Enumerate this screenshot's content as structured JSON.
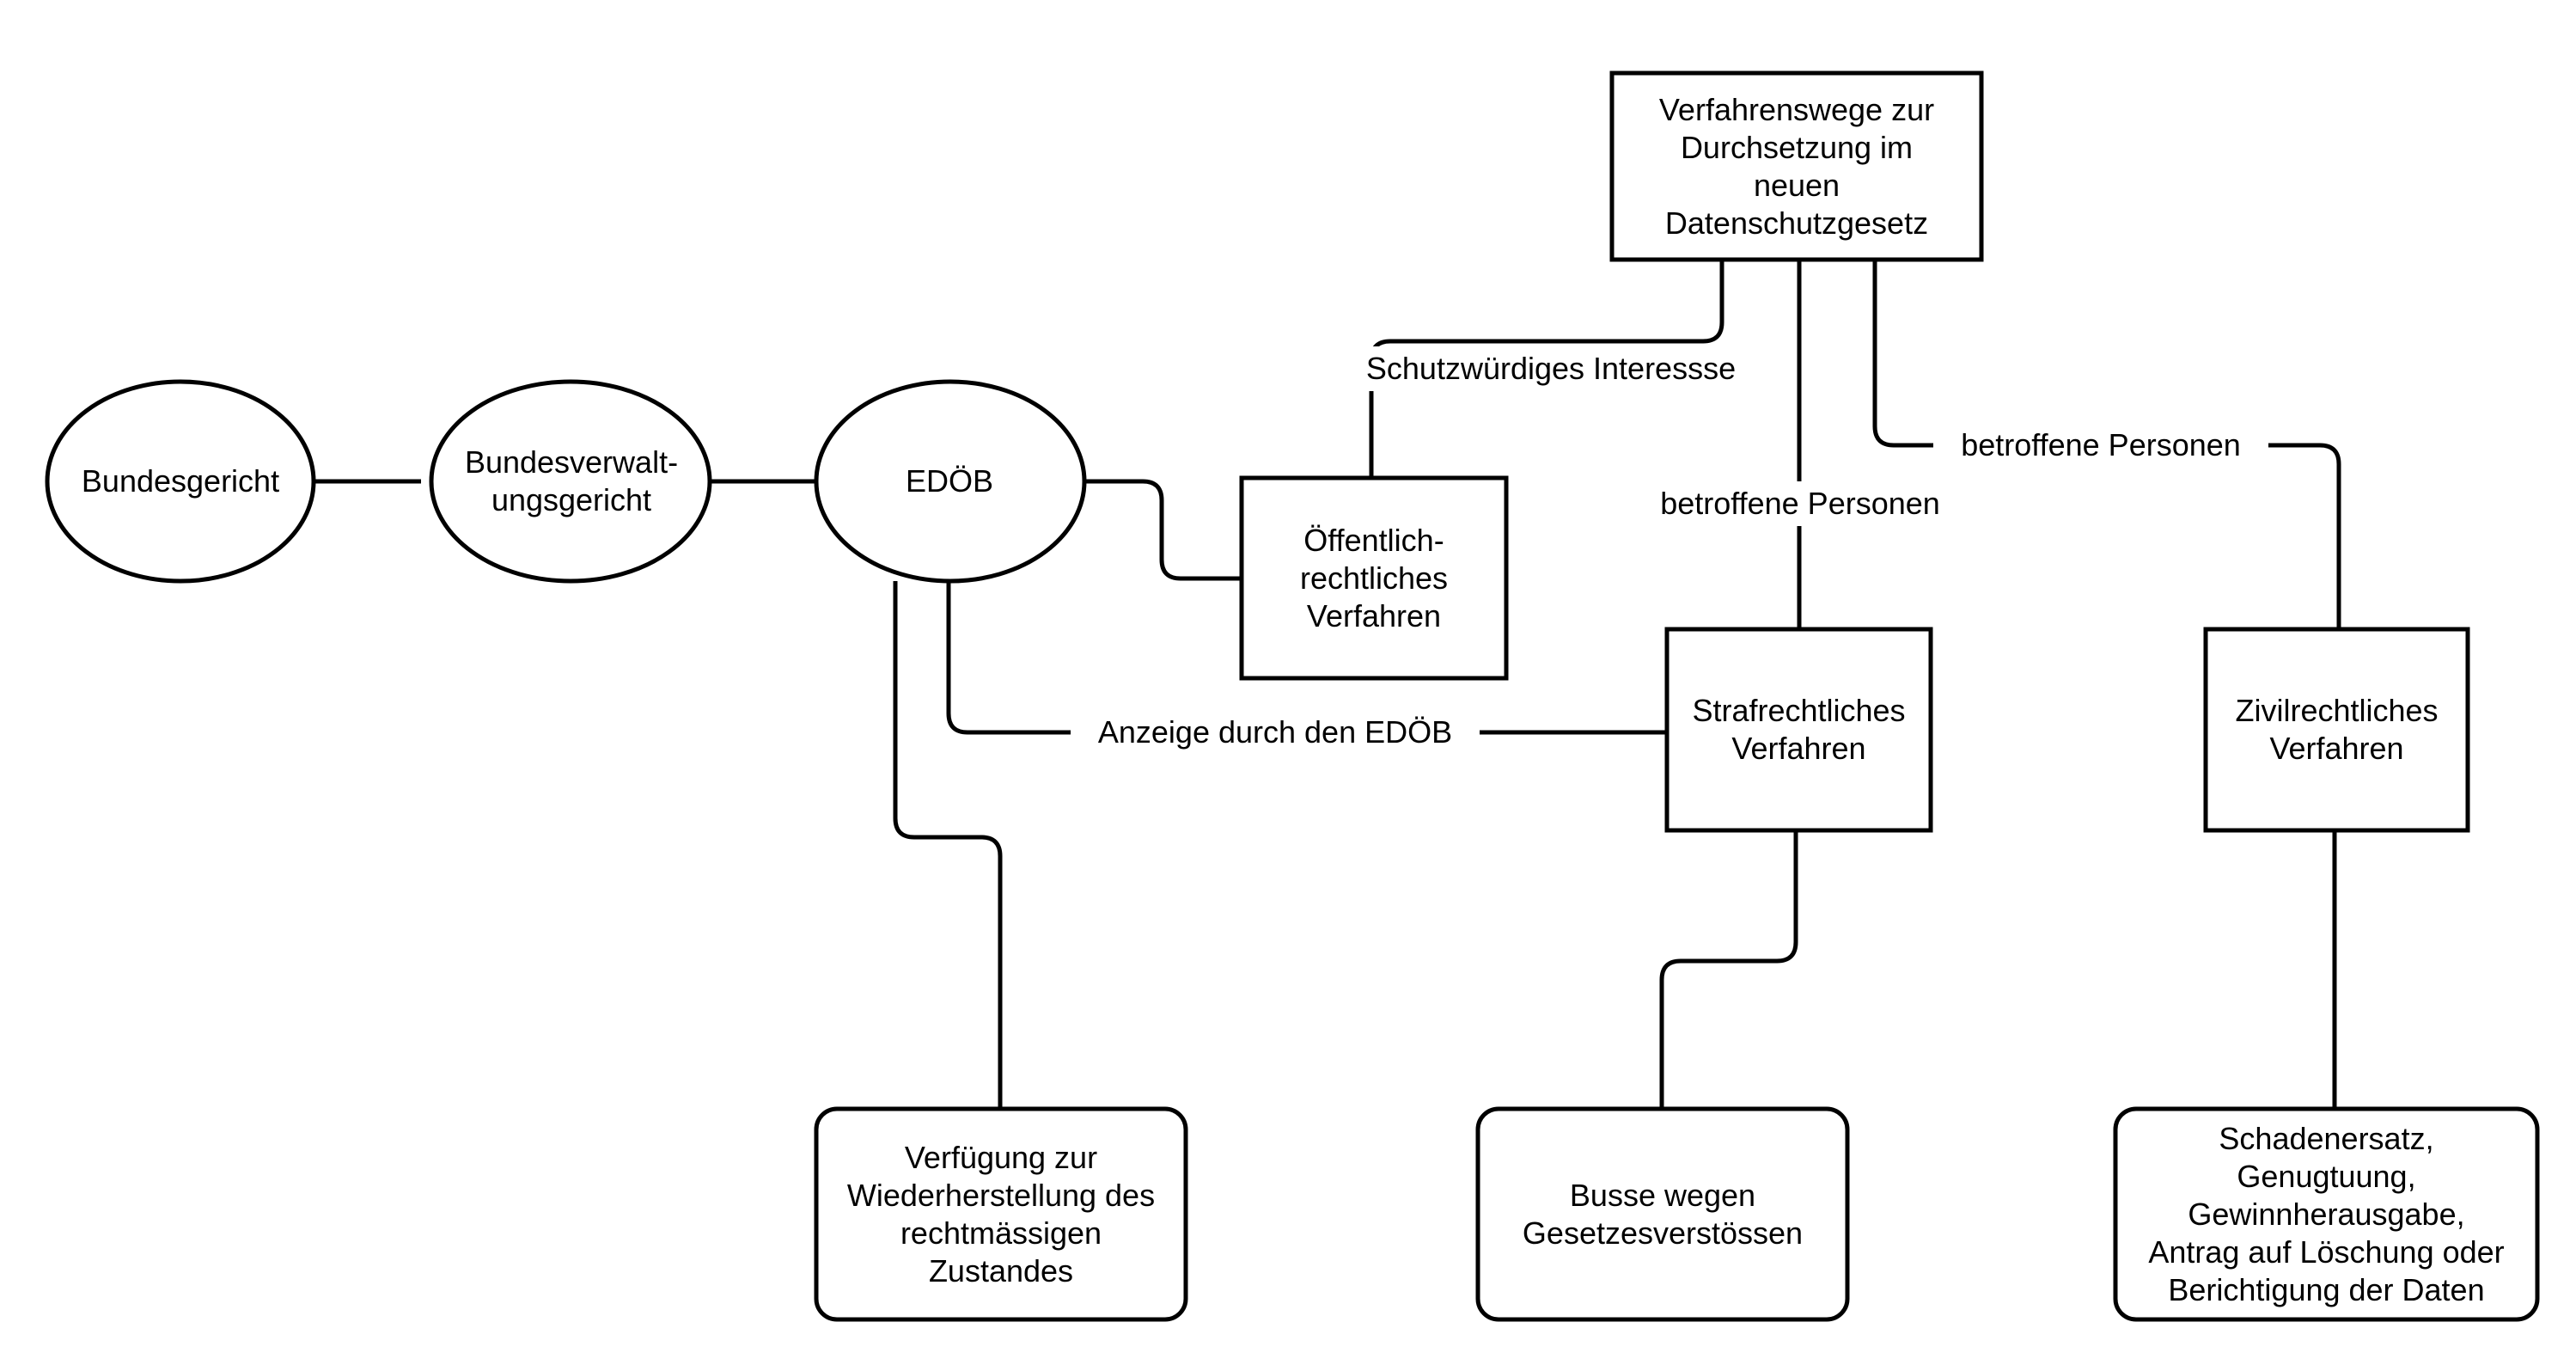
{
  "nodes": {
    "bundesgericht": "Bundesgericht",
    "bundesverwaltungsgericht": "Bundesverwalt-\nungsgericht",
    "edoeb": "EDÖB",
    "oeffentlich": "Öffentlich-\nrechtliches\nVerfahren",
    "verfahrenswege": "Verfahrenswege zur\nDurchsetzung im\nneuen\nDatenschutzgesetz",
    "strafrechtlich": "Strafrechtliches\nVerfahren",
    "zivilrechtlich": "Zivilrechtliches\nVerfahren",
    "verfuegung": "Verfügung zur\nWiederherstellung des\nrechtmässigen\nZustandes",
    "busse": "Busse wegen\nGesetzesverstössen",
    "schadenersatz": "Schadenersatz,\nGenugtuung,\nGewinnherausgabe,\nAntrag auf Löschung oder\nBerichtigung der Daten"
  },
  "edge_labels": {
    "schutzwuerdiges": "Schutzwürdiges Interessse",
    "betroffene_straf": "betroffene Personen",
    "betroffene_zivil": "betroffene Personen",
    "anzeige": "Anzeige durch den EDÖB"
  }
}
